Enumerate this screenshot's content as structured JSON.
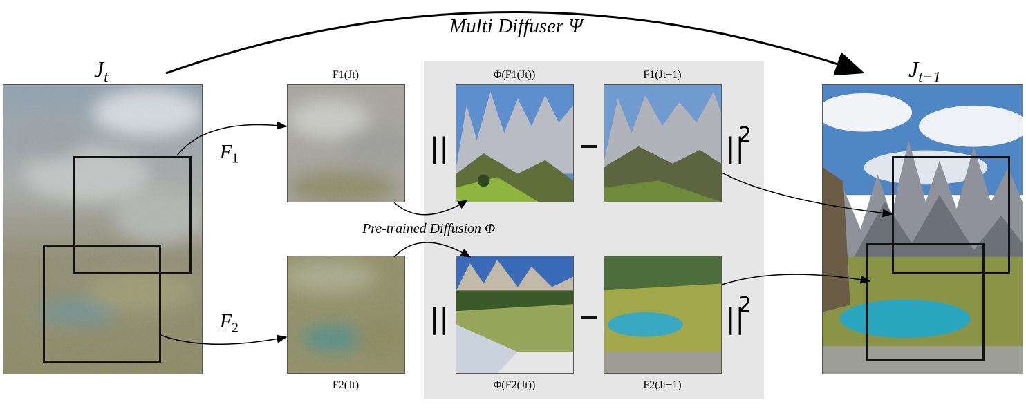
{
  "title": "Multi Diffuser Ψ",
  "input": {
    "label": "J",
    "subscript": "t"
  },
  "output": {
    "label": "J",
    "subscript": "t−1"
  },
  "maps": [
    {
      "label": "F",
      "subscript": "1"
    },
    {
      "label": "F",
      "subscript": "2"
    }
  ],
  "pretrained": "Pre-trained Diffusion Φ",
  "row1": {
    "crop_caption": "F1(Jt)",
    "denoised_caption": "Φ(F1(Jt))",
    "target_caption": "F1(Jt−1)"
  },
  "row2": {
    "crop_caption": "F2(Jt)",
    "denoised_caption": "Φ(F2(Jt))",
    "target_caption": "F2(Jt−1)"
  },
  "operators": {
    "norm_open": "||",
    "minus": "−",
    "norm_close": "||",
    "power": "2"
  },
  "colors": {
    "panel": "#e6e6e6",
    "frame": "#111111"
  }
}
